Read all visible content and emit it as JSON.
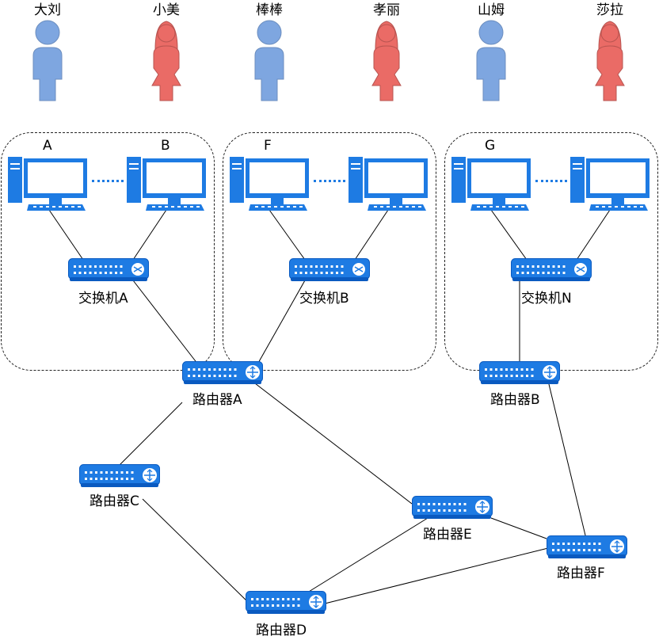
{
  "people": [
    {
      "name": "大刘",
      "gender": "male"
    },
    {
      "name": "小美",
      "gender": "female"
    },
    {
      "name": "棒棒",
      "gender": "male"
    },
    {
      "name": "孝丽",
      "gender": "female"
    },
    {
      "name": "山姆",
      "gender": "male"
    },
    {
      "name": "莎拉",
      "gender": "female"
    }
  ],
  "groups": [
    {
      "left_pc": "A",
      "right_pc": "B",
      "switch": "交换机A"
    },
    {
      "left_pc": "F",
      "right_pc": "",
      "switch": "交换机B"
    },
    {
      "left_pc": "G",
      "right_pc": "",
      "switch": "交换机N"
    }
  ],
  "routers": {
    "a": "路由器A",
    "b": "路由器B",
    "c": "路由器C",
    "d": "路由器D",
    "e": "路由器E",
    "f": "路由器F"
  },
  "colors": {
    "male": "#7ea6e0",
    "male_stroke": "#6c8ebf",
    "female": "#ea6b66",
    "female_stroke": "#b85450",
    "device": "#1e7be3",
    "line": "#000000"
  },
  "icons": {
    "person": "person-icon",
    "computer": "computer-icon",
    "switch": "switch-icon",
    "router": "router-icon"
  }
}
